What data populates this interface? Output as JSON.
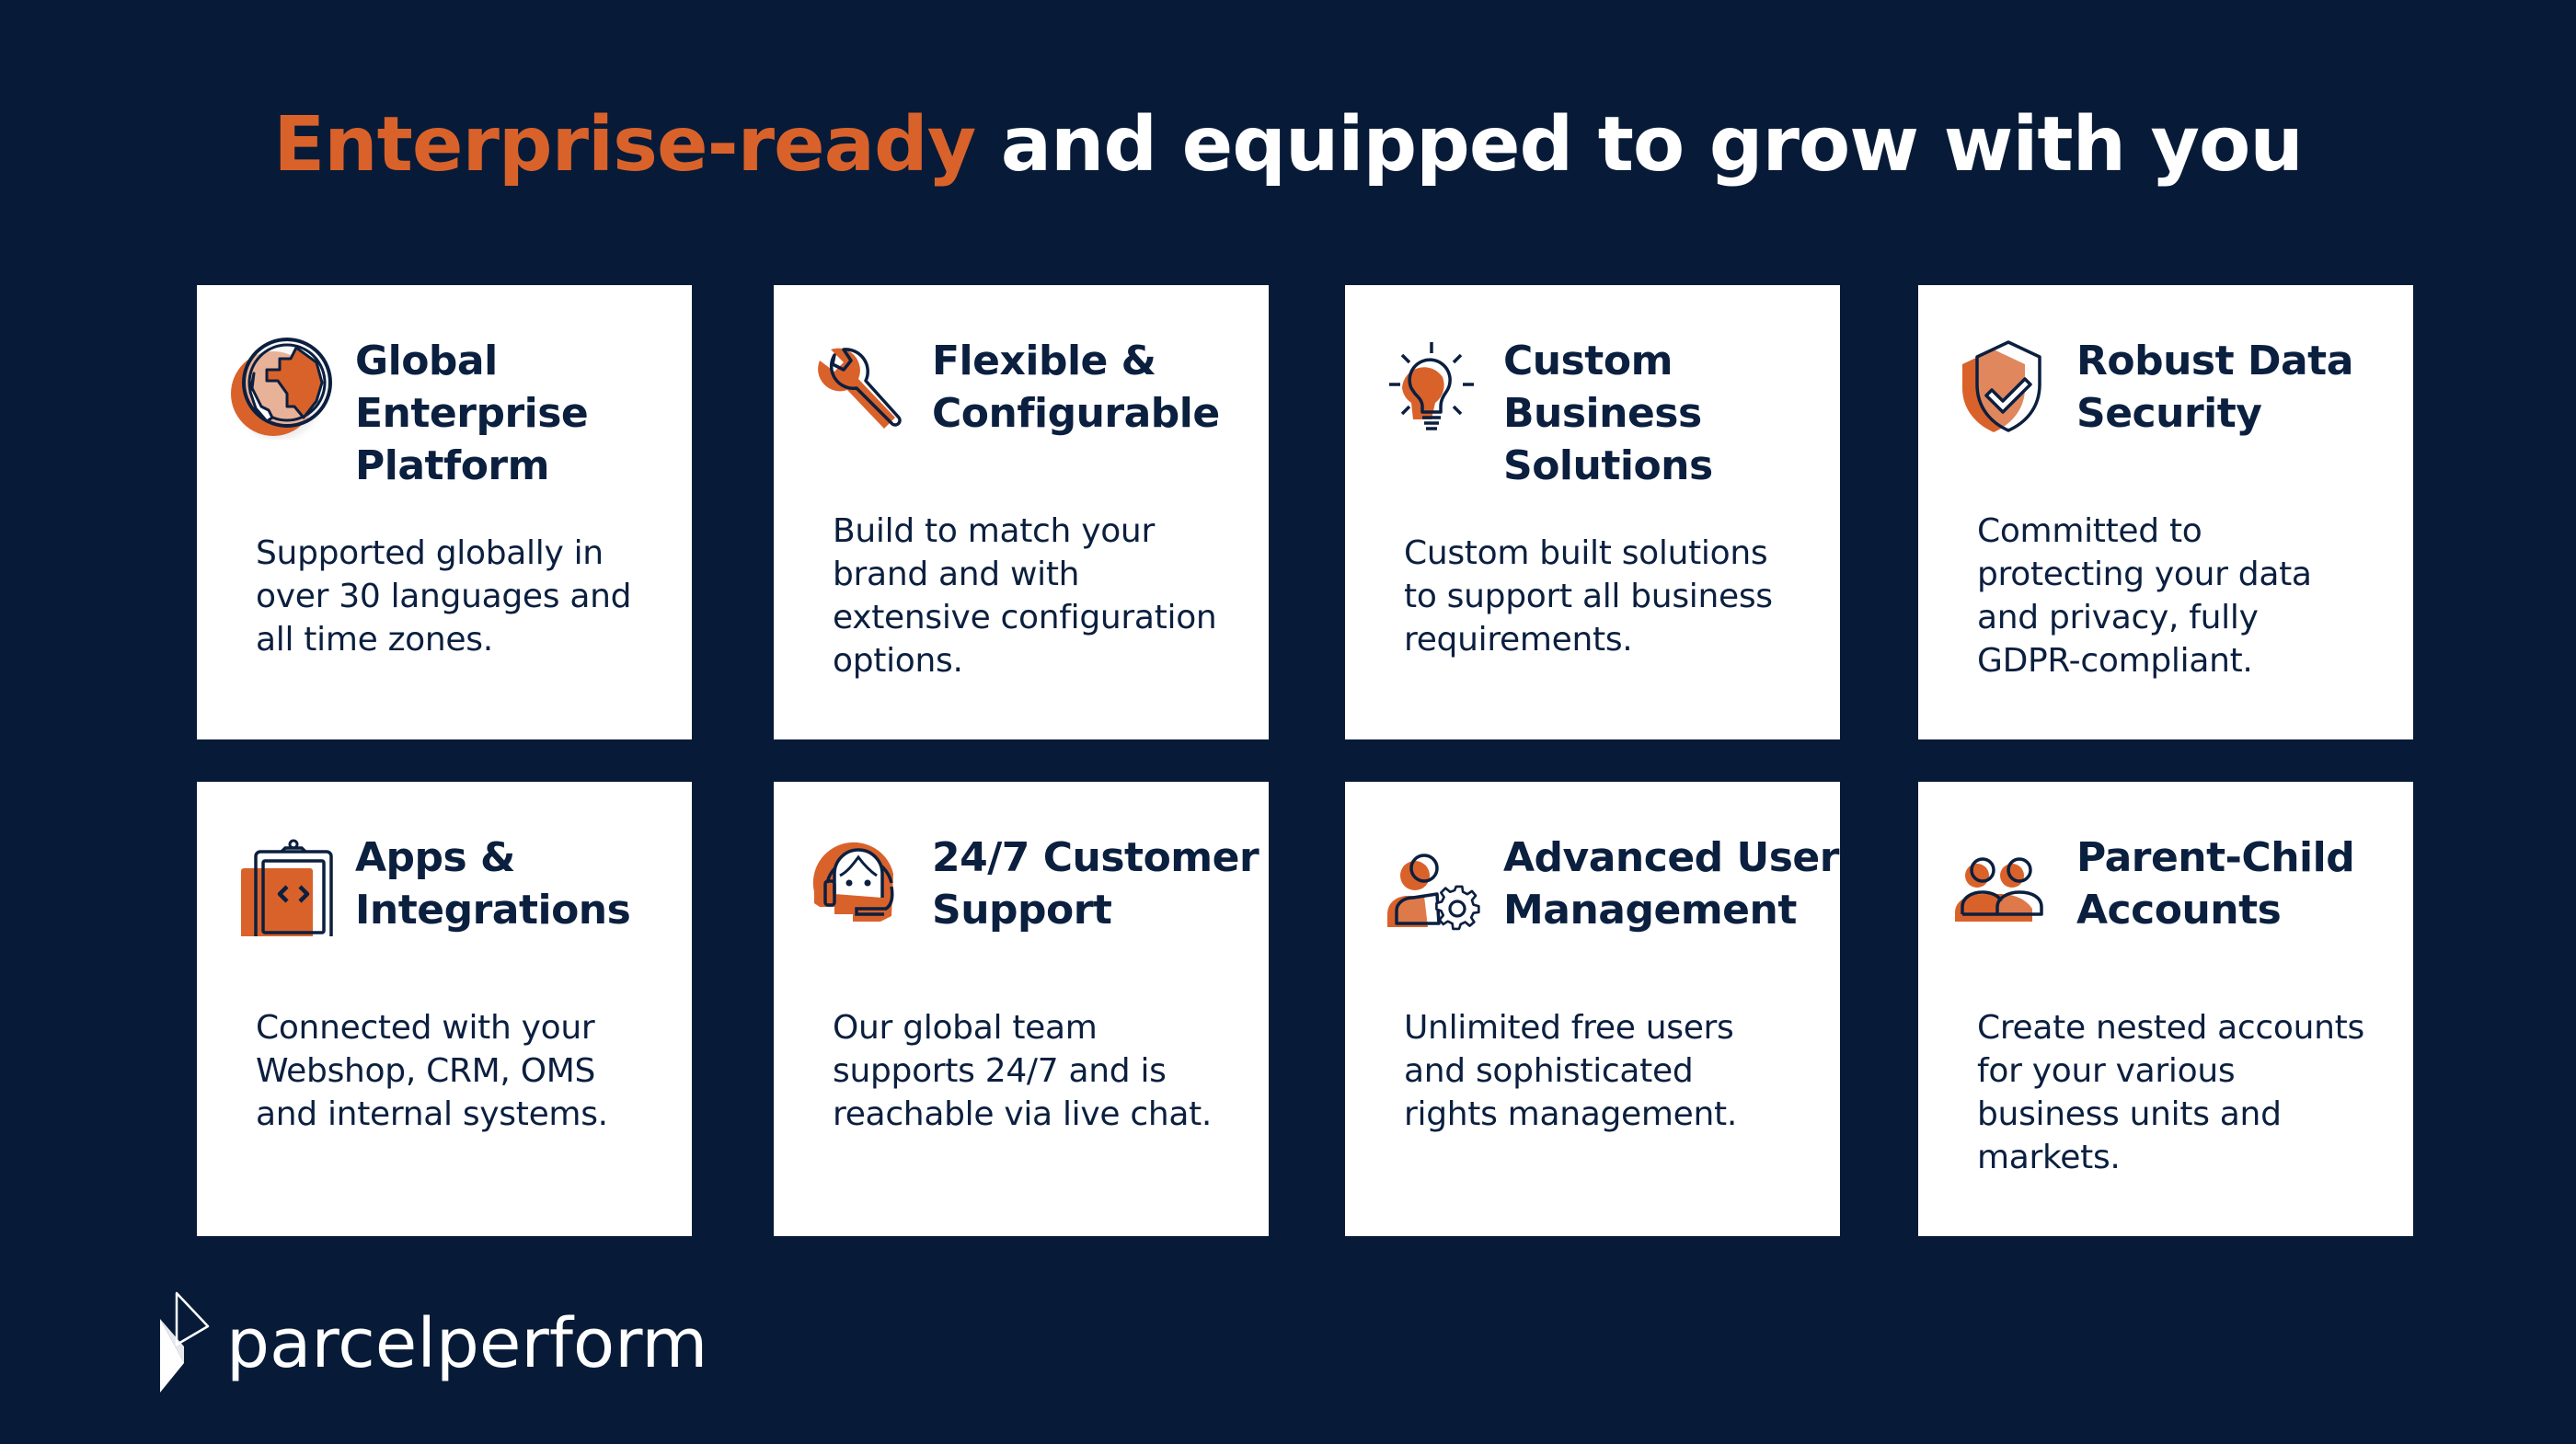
{
  "headline": {
    "accent": "Enterprise-ready",
    "rest": " and equipped to grow with you"
  },
  "colors": {
    "background": "#071B38",
    "accent": "#D9622B",
    "card": "#FFFFFF",
    "text_dark": "#0B1F3F"
  },
  "cards": [
    {
      "icon": "globe-icon",
      "title_lines": [
        "Global",
        "Enterprise",
        "Platform"
      ],
      "desc_lines": [
        "Supported globally in",
        "over 30 languages and",
        "all time zones."
      ]
    },
    {
      "icon": "wrench-icon",
      "title_lines": [
        "Flexible &",
        "Configurable"
      ],
      "desc_lines": [
        "Build to match your",
        "brand and with",
        "extensive configuration",
        "options."
      ]
    },
    {
      "icon": "lightbulb-icon",
      "title_lines": [
        "Custom",
        "Business",
        "Solutions"
      ],
      "desc_lines": [
        "Custom built solutions",
        "to support all business",
        "requirements."
      ]
    },
    {
      "icon": "shield-check-icon",
      "title_lines": [
        "Robust Data",
        "Security"
      ],
      "desc_lines": [
        "Committed to",
        "protecting your data",
        "and privacy, fully",
        "GDPR-compliant."
      ]
    },
    {
      "icon": "code-clipboard-icon",
      "title_lines": [
        "Apps &",
        "Integrations"
      ],
      "desc_lines": [
        "Connected with your",
        "Webshop, CRM, OMS",
        "and internal systems."
      ]
    },
    {
      "icon": "headset-agent-icon",
      "title_lines": [
        "24/7 Customer",
        "Support"
      ],
      "desc_lines": [
        "Our global team",
        "supports 24/7 and is",
        "reachable via live chat."
      ]
    },
    {
      "icon": "user-gear-icon",
      "title_lines": [
        "Advanced User",
        "Management"
      ],
      "desc_lines": [
        "Unlimited free users",
        "and sophisticated",
        "rights management."
      ]
    },
    {
      "icon": "users-group-icon",
      "title_lines": [
        "Parent-Child",
        "Accounts"
      ],
      "desc_lines": [
        "Create nested accounts",
        "for your various",
        "business units and",
        "markets."
      ]
    }
  ],
  "logo": {
    "wordmark": "parcelperform"
  }
}
